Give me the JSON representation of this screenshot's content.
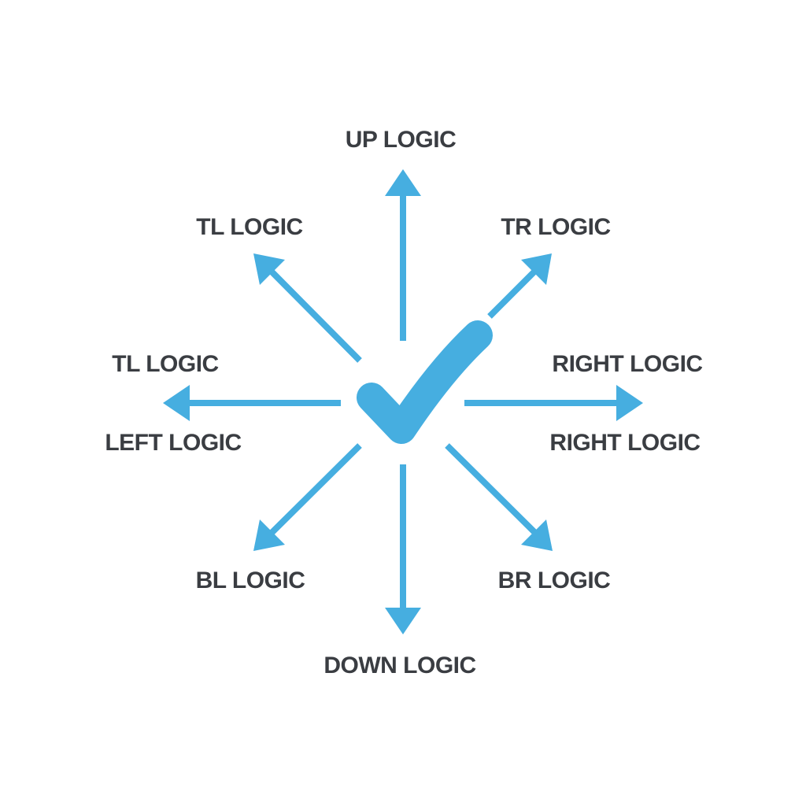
{
  "colors": {
    "accent": "#46aee0",
    "text": "#3a3d42"
  },
  "center_icon": "checkmark-icon",
  "labels": {
    "up": "UP LOGIC",
    "top_left": "TL LOGIC",
    "top_right": "TR LOGIC",
    "left_upper": "TL LOGIC",
    "left_lower": "LEFT LOGIC",
    "right_upper": "RIGHT LOGIC",
    "right_lower": "RIGHT LOGIC",
    "bottom_left": "BL LOGIC",
    "bottom_right": "BR LOGIC",
    "down": "DOWN LOGIC"
  }
}
